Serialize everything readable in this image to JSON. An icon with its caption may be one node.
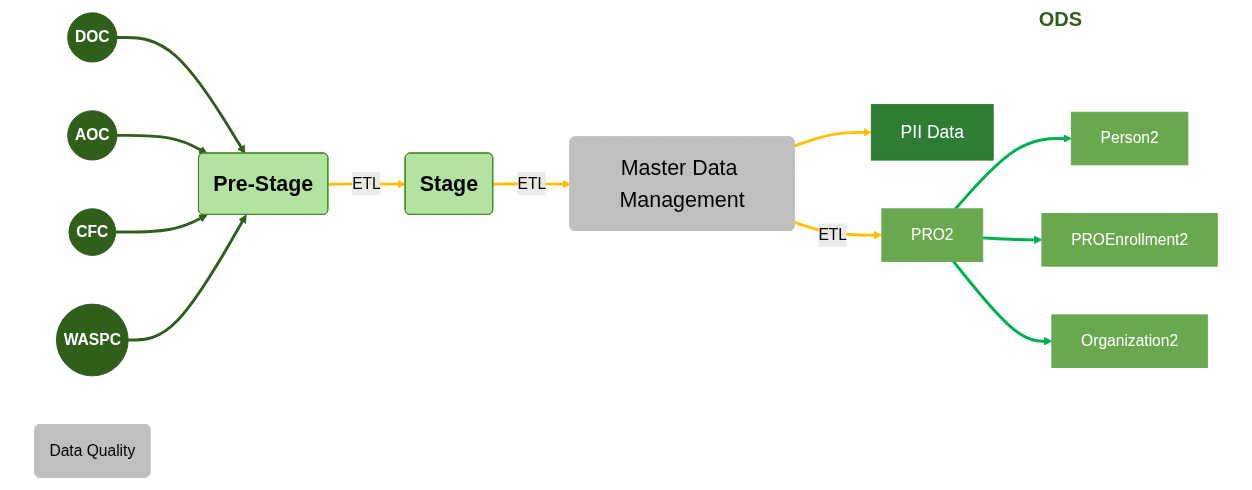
{
  "diagram": {
    "nodes": [
      {
        "text": [
          "DOC"
        ]
      },
      {
        "text": [
          "AOC"
        ]
      },
      {
        "text": [
          "CFC"
        ]
      },
      {
        "text": [
          "WASPC"
        ]
      },
      {
        "text": [
          "Pre-Stage"
        ]
      },
      {
        "text": [
          "Data Quality"
        ]
      },
      {
        "text": [
          "Stage"
        ]
      },
      {
        "text": [
          "Master Data Management"
        ]
      },
      {
        "text": [
          "PII Data"
        ]
      },
      {
        "text": [
          "PRO2"
        ]
      },
      {
        "text": [
          "Person2"
        ]
      },
      {
        "text": [
          "PROEnrollment2"
        ]
      },
      {
        "text": [
          "Organization2"
        ]
      }
    ],
    "edges": [
      {
        "from": 0,
        "to": 4,
        "arrow": "to",
        "color": "#2f5f1a"
      },
      {
        "from": 1,
        "to": 4,
        "arrow": "to",
        "color": "#2f5f1a"
      },
      {
        "from": 2,
        "to": 4,
        "arrow": "to",
        "color": "#2f5f1a"
      },
      {
        "from": 3,
        "to": 4,
        "arrow": "to",
        "color": "#2f5f1a"
      },
      {
        "from": 4,
        "to": 6,
        "label": "ETL",
        "arrow": "to",
        "color": "#ffc000"
      },
      {
        "from": 6,
        "to": 7,
        "label": "ETL",
        "arrow": "to",
        "color": "#ffc000"
      },
      {
        "from": 7,
        "to": 8,
        "arrow": "to",
        "color": "#ffc000"
      },
      {
        "from": 7,
        "to": 9,
        "label": "ETL",
        "arrow": "to",
        "color": "#ffc000"
      },
      {
        "from": 9,
        "to": 10,
        "arrow": "to"
      },
      {
        "from": 9,
        "to": 11,
        "arrow": "to"
      },
      {
        "from": 9,
        "to": 12,
        "arrow": "to"
      }
    ],
    "labels": [
      "ODS"
    ]
  }
}
